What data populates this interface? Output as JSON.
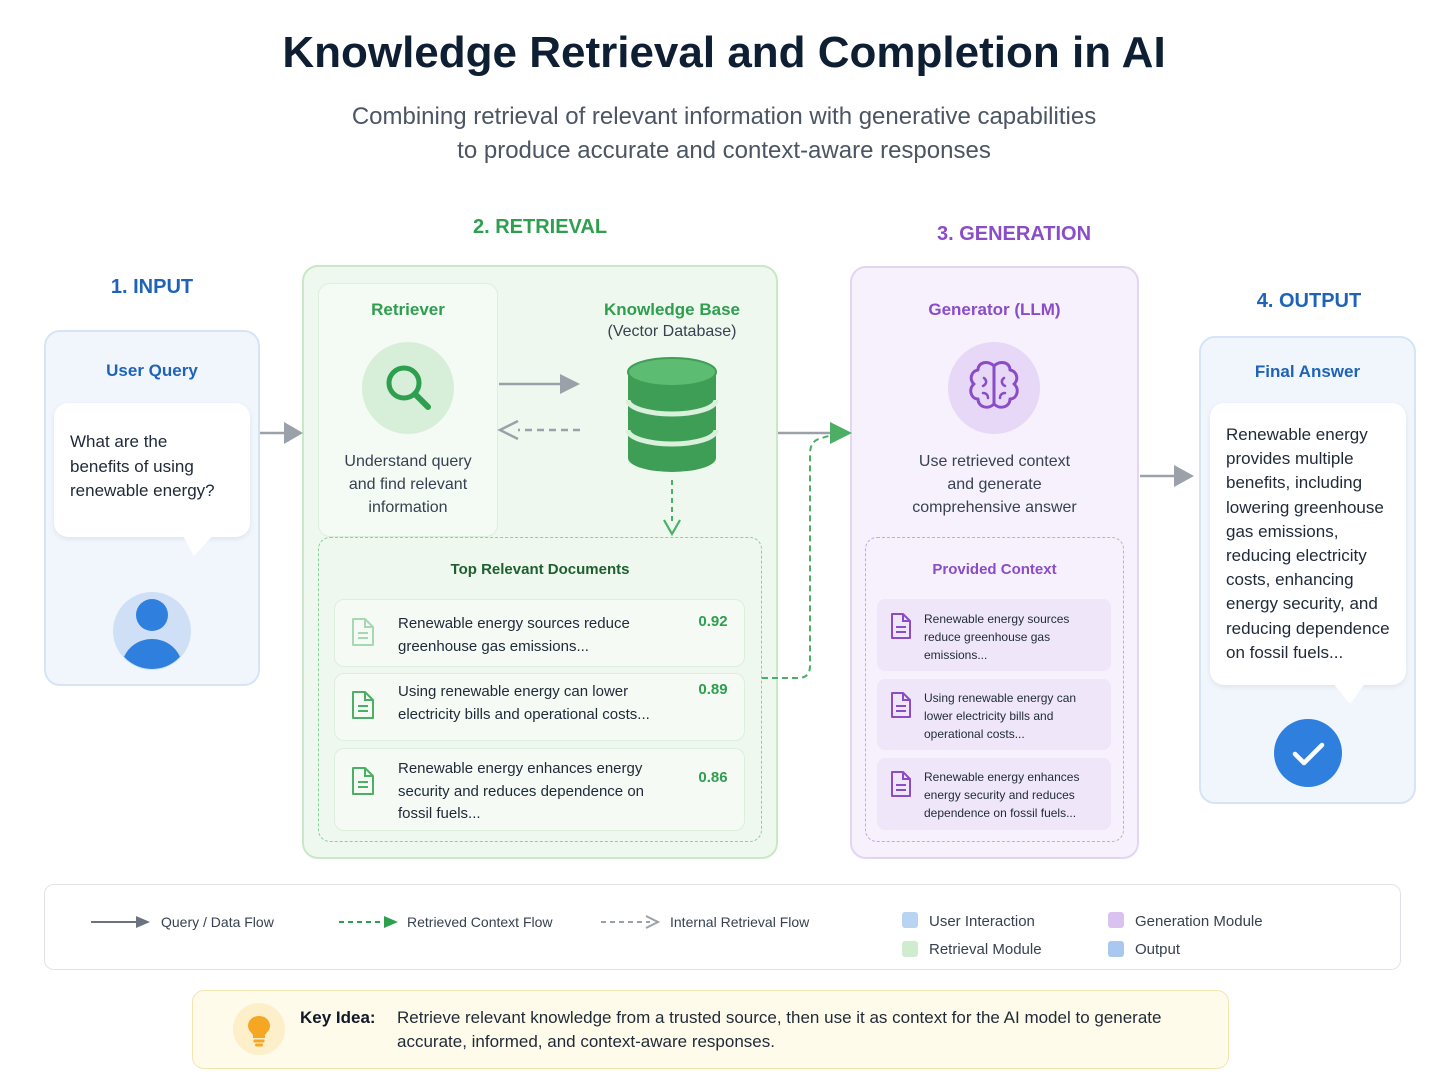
{
  "title": "Knowledge Retrieval and Completion in AI",
  "subtitle": {
    "line1": "Combining retrieval of relevant information with generative capabilities",
    "line2": "to produce accurate and context-aware responses"
  },
  "sections": {
    "input": "1. INPUT",
    "retrieval": "2. RETRIEVAL",
    "generation": "3. GENERATION",
    "output": "4. OUTPUT"
  },
  "input": {
    "title": "User Query",
    "query_lines": [
      "What are the",
      "benefits of using",
      "renewable energy?"
    ]
  },
  "retriever": {
    "title": "Retriever",
    "desc_lines": [
      "Understand query",
      "and find relevant",
      "information"
    ]
  },
  "knowledge_base": {
    "title": "Knowledge Base",
    "subtitle": "(Vector Database)"
  },
  "top_docs": {
    "title": "Top Relevant Documents",
    "items": [
      {
        "lines": [
          "Renewable energy sources reduce",
          "greenhouse gas emissions..."
        ],
        "score": "0.92"
      },
      {
        "lines": [
          "Using renewable energy can lower",
          "electricity bills and operational costs..."
        ],
        "score": "0.89"
      },
      {
        "lines": [
          "Renewable energy enhances energy",
          "security and reduces dependence on",
          "fossil fuels..."
        ],
        "score": "0.86"
      }
    ]
  },
  "generator": {
    "title": "Generator (LLM)",
    "desc_lines": [
      "Use retrieved context",
      "and generate",
      "comprehensive answer"
    ]
  },
  "provided_context": {
    "title": "Provided Context",
    "items": [
      {
        "lines": [
          "Renewable energy sources",
          "reduce greenhouse gas",
          "emissions..."
        ]
      },
      {
        "lines": [
          "Using renewable energy can",
          "lower electricity bills and",
          "operational costs..."
        ]
      },
      {
        "lines": [
          "Renewable energy enhances",
          "energy security and reduces",
          "dependence on fossil fuels..."
        ]
      }
    ]
  },
  "output": {
    "title": "Final Answer",
    "answer_lines": [
      "Renewable energy",
      "provides multiple",
      "benefits, including",
      "lowering greenhouse",
      "gas emissions,",
      "reducing electricity",
      "costs, enhancing",
      "energy security, and",
      "reducing dependence",
      "on fossil fuels..."
    ]
  },
  "legend": {
    "query_flow": "Query / Data Flow",
    "retrieved_flow": "Retrieved Context Flow",
    "internal_flow": "Internal Retrieval Flow",
    "user_interaction": "User Interaction",
    "retrieval_module": "Retrieval Module",
    "generation_module": "Generation Module",
    "output": "Output"
  },
  "key_idea": {
    "label": "Key Idea:",
    "line1": "Retrieve relevant knowledge from a trusted source, then use it as context for the AI model to generate",
    "line2": "accurate, informed, and context-aware responses."
  },
  "colors": {
    "input_blue": "#1f63b8",
    "retrieval_green": "#2e9e4f",
    "generation_purple": "#8a4cc7",
    "output_blue": "#2f80de",
    "legend_user": "#b9d3f2",
    "legend_retrieval": "#cfeccf",
    "legend_generation": "#d9c2f0",
    "legend_output": "#a9c8f0"
  },
  "icons": [
    "search-icon",
    "database-icon",
    "brain-icon",
    "user-icon",
    "check-icon",
    "document-icon",
    "lightbulb-icon"
  ]
}
